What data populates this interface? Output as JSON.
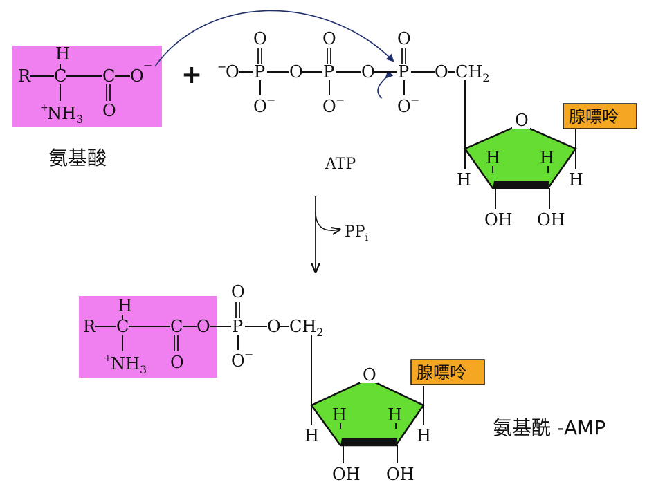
{
  "colors": {
    "amino_box": "#f07ff0",
    "ring_fill": "#66dd33",
    "adenine_box": "#f5a623",
    "arrow": "#1f2f6b"
  },
  "amino_acid": {
    "label": "氨基酸",
    "R": "R",
    "H": "H",
    "C": "C",
    "O_dbl": "O",
    "O_minus": "O",
    "charge": "−",
    "amine_plus": "+",
    "amine": "NH",
    "amine_sub": "3"
  },
  "plus_sign": "+",
  "atp": {
    "label": "ATP",
    "minus": "−",
    "O": "O",
    "P": "P",
    "CH2": "CH",
    "CH2_sub": "2",
    "adenine": "腺嘌呤",
    "ring_O": "O",
    "H": "H",
    "OH": "OH"
  },
  "reaction": {
    "byproduct": "PP",
    "byproduct_sub": "i"
  },
  "product": {
    "label": "氨基酰 -AMP",
    "R": "R",
    "H": "H",
    "C": "C",
    "O": "O",
    "P": "P",
    "minus": "−",
    "amine_plus": "+",
    "amine": "NH",
    "amine_sub": "3",
    "CH2": "CH",
    "CH2_sub": "2",
    "adenine": "腺嘌呤",
    "ring_O": "O",
    "OH": "OH"
  }
}
